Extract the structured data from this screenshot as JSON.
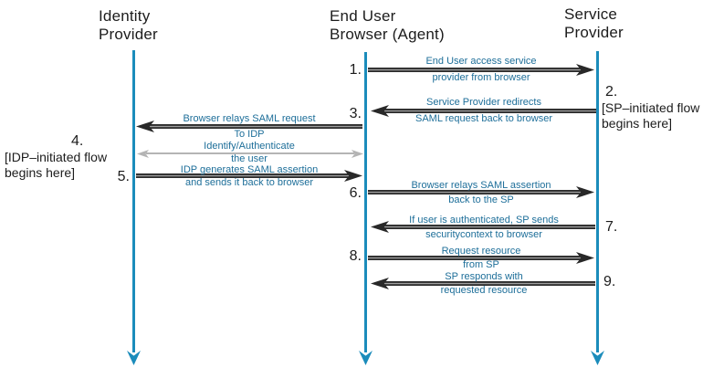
{
  "actors": [
    {
      "id": "identity-provider",
      "line1": "Identity",
      "line2": "Provider"
    },
    {
      "id": "end-user-browser",
      "line1": "End User",
      "line2": "Browser (Agent)"
    },
    {
      "id": "service-provider",
      "line1": "Service",
      "line2": "Provider"
    }
  ],
  "messages": [
    {
      "num": "1.",
      "line1": "End User access service",
      "line2": "provider from browser",
      "direction": "browser-to-sp"
    },
    {
      "line1": "Service Provider redirects",
      "line2": "SAML request back to browser",
      "direction": "sp-to-browser"
    },
    {
      "num": "3.",
      "line1": "Browser relays SAML request",
      "line2": "To IDP",
      "direction": "browser-to-idp"
    },
    {
      "line1": "Identify/Authenticate",
      "line2": "the user",
      "direction": "idp-browser-bidirectional"
    },
    {
      "num": "5.",
      "line1": "IDP generates SAML assertion",
      "line2": "and sends it back to browser",
      "direction": "idp-to-browser"
    },
    {
      "num": "6.",
      "line1": "Browser relays SAML assertion",
      "line2": "back to the SP",
      "direction": "browser-to-sp"
    },
    {
      "num": "7.",
      "line1": "If user is authenticated, SP sends",
      "line2": "securitycontext to browser",
      "direction": "sp-to-browser"
    },
    {
      "num": "8.",
      "line1": "Request resource",
      "line2": "from SP",
      "direction": "browser-to-sp"
    },
    {
      "num": "9.",
      "line1": "SP responds with",
      "line2": "requested resource",
      "direction": "sp-to-browser"
    }
  ],
  "annotations": [
    {
      "num": "2.",
      "line1": "[SP–initiated flow",
      "line2": "begins here]"
    },
    {
      "num": "4.",
      "line1": "[IDP–initiated flow",
      "line2": "begins here]"
    }
  ],
  "colors": {
    "lifeline": "#1b8cbb",
    "message_label": "#1d6e99",
    "message_arrow": "#282828",
    "auth_arrow": "#b4b4b4",
    "text": "#1c1c1c",
    "background": "#ffffff"
  }
}
